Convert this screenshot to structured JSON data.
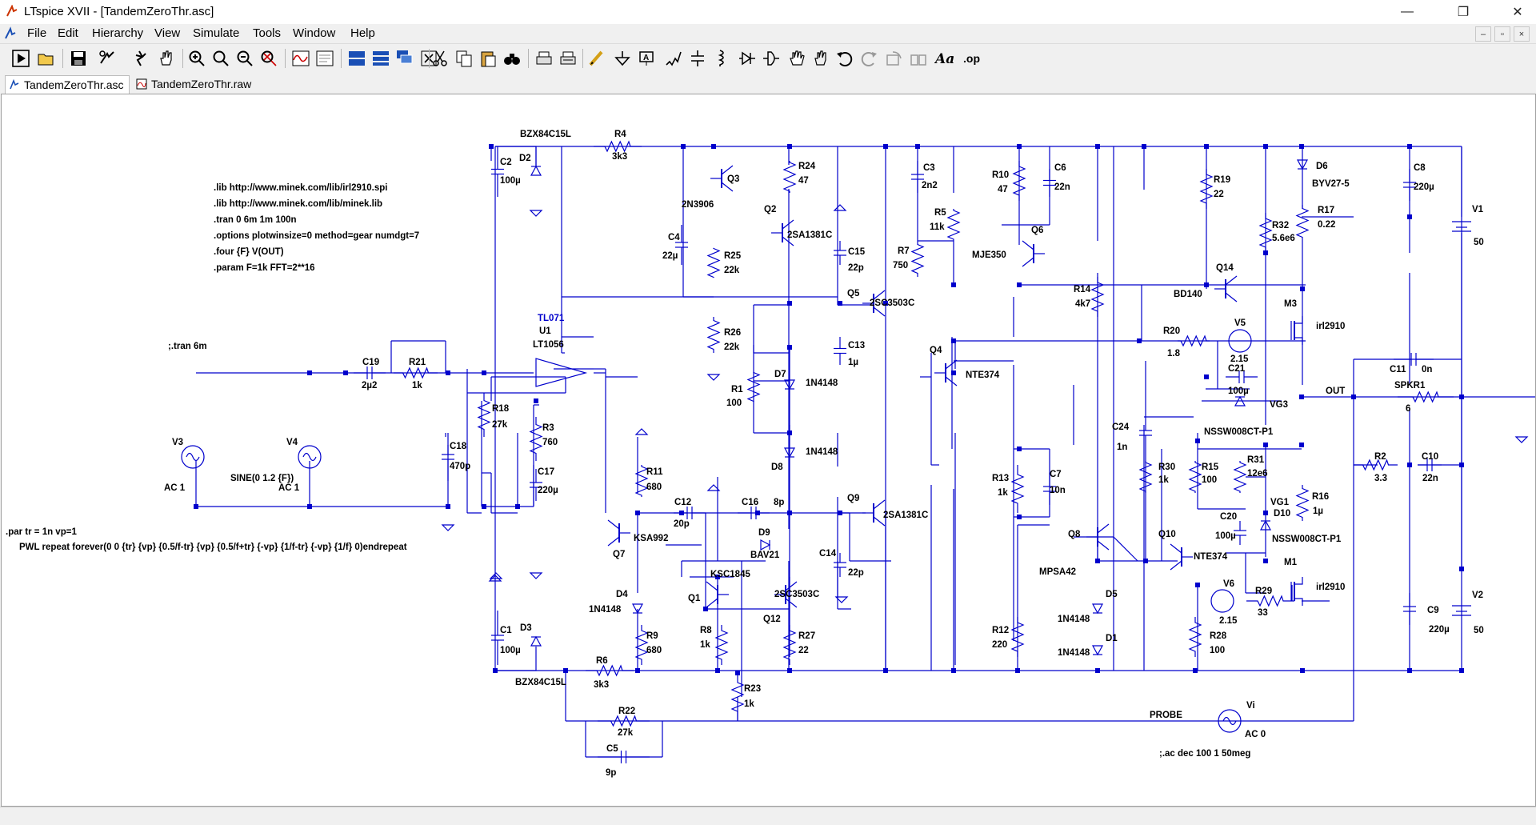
{
  "window": {
    "title": "LTspice XVII - [TandemZeroThr.asc]",
    "minimize": "—",
    "restore": "❐",
    "close": "✕"
  },
  "menu": {
    "items": [
      {
        "label": "File"
      },
      {
        "label": "Edit"
      },
      {
        "label": "Hierarchy"
      },
      {
        "label": "View"
      },
      {
        "label": "Simulate"
      },
      {
        "label": "Tools"
      },
      {
        "label": "Window"
      },
      {
        "label": "Help"
      }
    ],
    "mdi_minimize": "–",
    "mdi_restore": "▫",
    "mdi_close": "×"
  },
  "toolbar": {
    "op_label": ".op"
  },
  "tabs": [
    {
      "label": "TandemZeroThr.asc",
      "icon": "schematic-icon",
      "active": true
    },
    {
      "label": "TandemZeroThr.raw",
      "icon": "waveform-icon",
      "active": false
    }
  ],
  "schematic": {
    "directives": [
      ".lib http://www.minek.com/lib/irl2910.spi",
      ".lib http://www.minek.com/lib/minek.lib",
      ".tran 0 6m 1m 100n",
      ".options plotwinsize=0 method=gear numdgt=7",
      ".four {F} V(OUT)",
      ".param F=1k FFT=2**16"
    ],
    "tran_comment": ";.tran 6m",
    "par_line": ".par tr = 1n  vp=1",
    "pwl_line": "PWL repeat forever(0 0 {tr} {vp} {0.5/f-tr} {vp} {0.5/f+tr} {-vp} {1/f-tr} {-vp} {1/f} 0)endrepeat",
    "ac_comment": ";.ac dec 100 1 50meg",
    "labels": {
      "bzx_top": "BZX84C15L",
      "bzx_bot": "BZX84C15L",
      "r4": "R4",
      "r4v": "3k3",
      "c2": "C2",
      "c2v": "100µ",
      "d2": "D2",
      "c1": "C1",
      "c1v": "100µ",
      "d3": "D3",
      "r6": "R6",
      "r6v": "3k3",
      "r22": "R22",
      "r22v": "27k",
      "c5": "C5",
      "c5v": "9p",
      "r23": "R23",
      "r23v": "1k",
      "c19": "C19",
      "c19v": "2µ2",
      "r21": "R21",
      "r21v": "1k",
      "c18": "C18",
      "c18v": "470p",
      "r18": "R18",
      "r18v": "27k",
      "r3": "R3",
      "r3v": "760",
      "c17": "C17",
      "c17v": "220µ",
      "v3": "V3",
      "v3v": "AC 1",
      "v4": "V4",
      "v4s": "SINE(0 1.2 {F})",
      "v4v": "AC 1",
      "tl071": "TL071",
      "u1": "U1",
      "lt1056": "LT1056",
      "q3": "Q3",
      "q3m": "2N3906",
      "q2": "Q2",
      "q2m": "2SA1381C",
      "r24": "R24",
      "r24v": "47",
      "c4": "C4",
      "c4v": "22µ",
      "r25": "R25",
      "r25v": "22k",
      "r26": "R26",
      "r26v": "22k",
      "r1": "R1",
      "r1v": "100",
      "d7": "D7",
      "d7m": "1N4148",
      "d8": "D8",
      "d8m": "1N4148",
      "c15": "C15",
      "c15v": "22p",
      "q5": "Q5",
      "q5m": "2SC3503C",
      "c13": "C13",
      "c13v": "1µ",
      "c14": "C14",
      "c14v": "22p",
      "q9": "Q9",
      "q9m": "2SA1381C",
      "r11": "R11",
      "r11v": "680",
      "q7": "Q7",
      "q7m": "KSA992",
      "c12": "C12",
      "c12v": "20p",
      "c16": "C16",
      "c16v": "8p",
      "d9": "D9",
      "d9m": "BAV21",
      "q1": "Q1",
      "q1m": "KSC1845",
      "q12": "Q12",
      "q12m": "2SC3503C",
      "d4": "D4",
      "d4m": "1N4148",
      "r9": "R9",
      "r9v": "680",
      "r8": "R8",
      "r8v": "1k",
      "r27": "R27",
      "r27v": "22",
      "c3": "C3",
      "c3v": "2n2",
      "r5": "R5",
      "r5v": "11k",
      "r7": "R7",
      "r7v": "750",
      "q4": "Q4",
      "q4m": "NTE374",
      "r10": "R10",
      "r10v": "47",
      "c6": "C6",
      "c6v": "22n",
      "q6": "Q6",
      "q6m": "MJE350",
      "r14": "R14",
      "r14v": "4k7",
      "c24": "C24",
      "c24v": "1n",
      "r13": "R13",
      "r13v": "1k",
      "c7": "C7",
      "c7v": "10n",
      "q8": "Q8",
      "q8m": "MPSA42",
      "r12": "R12",
      "r12v": "220",
      "d5": "D5",
      "d5m": "1N4148",
      "d1": "D1",
      "d1m": "1N4148",
      "r19": "R19",
      "r19v": "22",
      "r32": "R32",
      "r32v": "5.6e6",
      "q14": "Q14",
      "q14m": "BD140",
      "r20": "R20",
      "r20v": "1.8",
      "v5": "V5",
      "v5v": "2.15",
      "c21": "C21",
      "c21v": "100µ",
      "vg3": "VG3",
      "nss1": "NSSW008CT-P1",
      "r30": "R30",
      "r30v": "1k",
      "r15": "R15",
      "r15v": "100",
      "r31": "R31",
      "r31v": "12e6",
      "vg1": "VG1",
      "c20": "C20",
      "c20v": "100µ",
      "d10": "D10",
      "nss2": "NSSW008CT-P1",
      "q10": "Q10",
      "q10m": "NTE374",
      "v6": "V6",
      "v6v": "2.15",
      "r29": "R29",
      "r29v": "33",
      "r28": "R28",
      "r28v": "100",
      "d6": "D6",
      "d6m": "BYV27-5",
      "r17": "R17",
      "r17v": "0.22",
      "m3": "M3",
      "m3m": "irl2910",
      "m1": "M1",
      "m1m": "irl2910",
      "r16": "R16",
      "r16v": "1µ",
      "c8": "C8",
      "c8v": "220µ",
      "v1": "V1",
      "v1v": "50",
      "c9": "C9",
      "c9v": "220µ",
      "v2": "V2",
      "v2v": "50",
      "c11": "C11",
      "c11v": "0n",
      "out": "OUT",
      "spkr": "SPKR1",
      "spkrv": "6",
      "r2": "R2",
      "r2v": "3.3",
      "c10": "C10",
      "c10v": "22n",
      "probe": "PROBE",
      "vi": "Vi",
      "viv": "AC 0"
    }
  }
}
